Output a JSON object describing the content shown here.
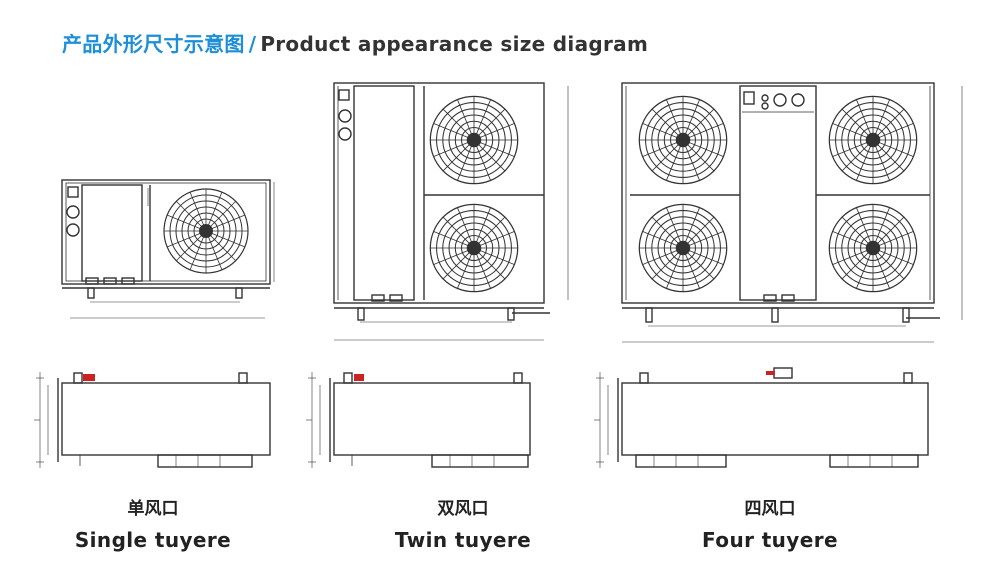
{
  "header": {
    "title_zh": "产品外形尺寸示意图",
    "separator": "/",
    "title_en": "Product appearance size diagram"
  },
  "colors": {
    "accent": "#1d8fd8",
    "line": "#333333",
    "valve": "#cc2222"
  },
  "variants": [
    {
      "name_zh": "单风口",
      "name_en": "Single tuyere",
      "fan_count": 1
    },
    {
      "name_zh": "双风口",
      "name_en": "Twin tuyere",
      "fan_count": 2
    },
    {
      "name_zh": "四风口",
      "name_en": "Four tuyere",
      "fan_count": 4
    }
  ]
}
